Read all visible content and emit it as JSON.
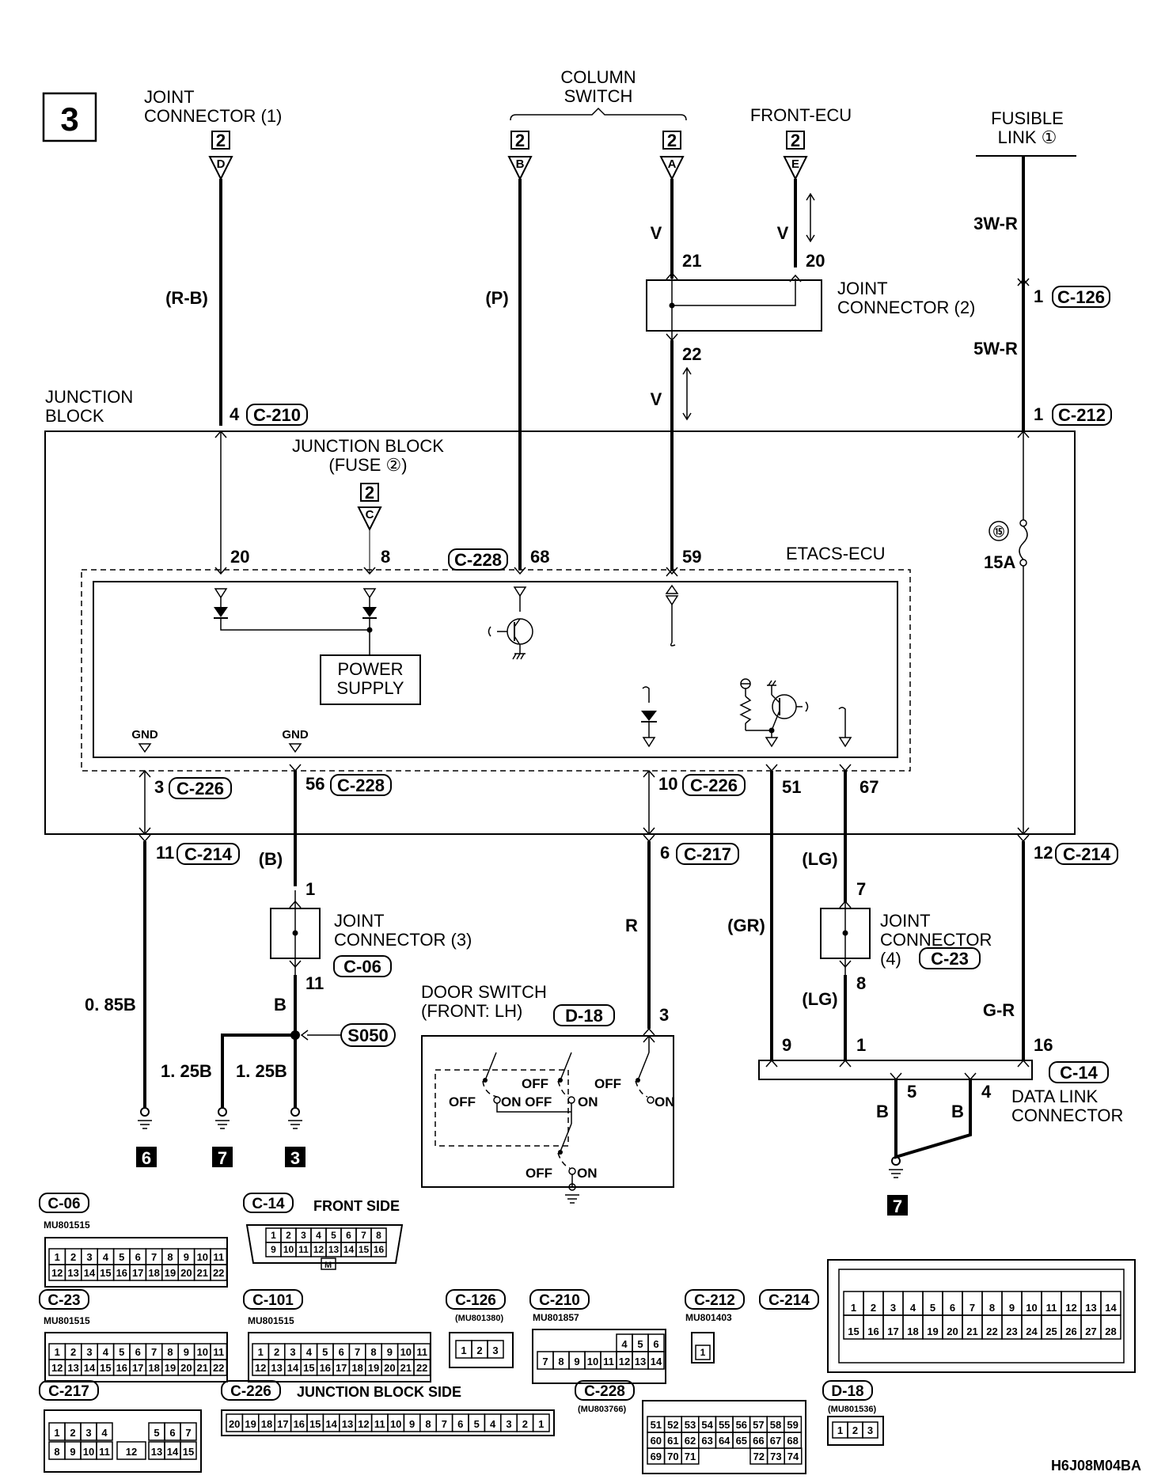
{
  "page_number": "3",
  "figure_id": "H6J08M04BA",
  "components": {
    "joint_connector_1": "JOINT\nCONNECTOR (1)",
    "column_switch": "COLUMN\nSWITCH",
    "front_ecu": "FRONT-ECU",
    "fusible_link": "FUSIBLE\nLINK ①",
    "joint_connector_2": "JOINT\nCONNECTOR (2)",
    "junction_block": "JUNCTION\nBLOCK",
    "junction_block_fuse": "JUNCTION BLOCK\n(FUSE ②)",
    "etacs_ecu": "ETACS-ECU",
    "power_supply": "POWER\nSUPPLY",
    "joint_connector_3": "JOINT\nCONNECTOR (3)",
    "joint_connector_4": "JOINT\nCONNECTOR\n(4)",
    "door_switch": "DOOR SWITCH\n(FRONT: LH)",
    "data_link_connector": "DATA LINK\nCONNECTOR"
  },
  "connector_ids": {
    "c101": "C-101",
    "c126": "C-126",
    "c210": "C-210",
    "c212": "C-212",
    "c226": "C-226",
    "c228": "C-228",
    "c214": "C-214",
    "c217": "C-217",
    "c06": "C-06",
    "c23": "C-23",
    "c14": "C-14",
    "d18": "D-18",
    "s050": "S050"
  },
  "wire_colors": {
    "rb": "(R-B)",
    "p": "(P)",
    "v": "V",
    "w3r": "3W-R",
    "w5r": "5W-R",
    "b_paren": "(B)",
    "b": "B",
    "r": "R",
    "gr": "(GR)",
    "lg": "(LG)",
    "gr2": "G-R",
    "b085": "0. 85B",
    "b125": "1. 25B"
  },
  "terminal_refs": {
    "two": "2",
    "d": "D",
    "b": "B",
    "a": "A",
    "e": "E",
    "c": "C"
  },
  "pins": {
    "p21": "21",
    "p20": "20",
    "p22": "22",
    "p1": "1",
    "p4": "4",
    "p8": "8",
    "p68": "68",
    "p59": "59",
    "p3": "3",
    "p56": "56",
    "p10": "10",
    "p51": "51",
    "p67": "67",
    "p11": "11",
    "p6": "6",
    "p12": "12",
    "p7": "7",
    "p9": "9",
    "p16": "16",
    "p5": "5"
  },
  "fuse": {
    "number": "⑮",
    "rating": "15A"
  },
  "labels": {
    "gnd": "GND",
    "off": "OFF",
    "on": "ON",
    "on_off": "ON OFF"
  },
  "ground_refs": {
    "g6": "6",
    "g7": "7",
    "g3": "3"
  },
  "connector_panel": {
    "c06": {
      "id": "C-06",
      "part": "MU801515",
      "rows": [
        [
          "1",
          "2",
          "3",
          "4",
          "5",
          "6",
          "7",
          "8",
          "9",
          "10",
          "11"
        ],
        [
          "12",
          "13",
          "14",
          "15",
          "16",
          "17",
          "18",
          "19",
          "20",
          "21",
          "22"
        ]
      ]
    },
    "c14": {
      "id": "C-14",
      "note": "FRONT SIDE",
      "rows": [
        [
          "1",
          "2",
          "3",
          "4",
          "5",
          "6",
          "7",
          "8"
        ],
        [
          "9",
          "10",
          "11",
          "12",
          "13",
          "14",
          "15",
          "16"
        ]
      ],
      "key": "M"
    },
    "c23": {
      "id": "C-23",
      "part": "MU801515",
      "rows": [
        [
          "1",
          "2",
          "3",
          "4",
          "5",
          "6",
          "7",
          "8",
          "9",
          "10",
          "11"
        ],
        [
          "12",
          "13",
          "14",
          "15",
          "16",
          "17",
          "18",
          "19",
          "20",
          "21",
          "22"
        ]
      ]
    },
    "c101": {
      "id": "C-101",
      "part": "MU801515",
      "rows": [
        [
          "1",
          "2",
          "3",
          "4",
          "5",
          "6",
          "7",
          "8",
          "9",
          "10",
          "11"
        ],
        [
          "12",
          "13",
          "14",
          "15",
          "16",
          "17",
          "18",
          "19",
          "20",
          "21",
          "22"
        ]
      ]
    },
    "c126": {
      "id": "C-126",
      "part": "(MU801380)",
      "rows": [
        [
          "1",
          "2",
          "3"
        ]
      ]
    },
    "c210": {
      "id": "C-210",
      "part": "MU801857",
      "rows": [
        [
          "4",
          "5",
          "6"
        ],
        [
          "7",
          "8",
          "9",
          "10",
          "11",
          "12",
          "13",
          "14"
        ]
      ]
    },
    "c212": {
      "id": "C-212",
      "part": "MU801403",
      "rows": [
        [
          "1"
        ]
      ]
    },
    "c214": {
      "id": "C-214",
      "rows": [
        [
          "1",
          "2",
          "3",
          "4",
          "5",
          "6",
          "7",
          "8",
          "9",
          "10",
          "11",
          "12",
          "13",
          "14"
        ],
        [
          "15",
          "16",
          "17",
          "18",
          "19",
          "20",
          "21",
          "22",
          "23",
          "24",
          "25",
          "26",
          "27",
          "28"
        ]
      ]
    },
    "c217": {
      "id": "C-217",
      "rows": [
        [
          "1",
          "2",
          "3",
          "4",
          "5",
          "6",
          "7"
        ],
        [
          "8",
          "9",
          "10",
          "11",
          "12",
          "13",
          "14",
          "15"
        ]
      ]
    },
    "c226": {
      "id": "C-226",
      "note": "JUNCTION BLOCK SIDE",
      "rows": [
        [
          "20",
          "19",
          "18",
          "17",
          "16",
          "15",
          "14",
          "13",
          "12",
          "11",
          "10",
          "9",
          "8",
          "7",
          "6",
          "5",
          "4",
          "3",
          "2",
          "1"
        ]
      ]
    },
    "c228": {
      "id": "C-228",
      "part": "(MU803766)",
      "rows": [
        [
          "51",
          "52",
          "53",
          "54",
          "55",
          "56",
          "57",
          "58",
          "59"
        ],
        [
          "60",
          "61",
          "62",
          "63",
          "64",
          "65",
          "66",
          "67",
          "68"
        ],
        [
          "69",
          "70",
          "71",
          "72",
          "73",
          "74"
        ]
      ]
    },
    "d18": {
      "id": "D-18",
      "part": "(MU801536)",
      "rows": [
        [
          "1",
          "2",
          "3"
        ]
      ]
    }
  }
}
